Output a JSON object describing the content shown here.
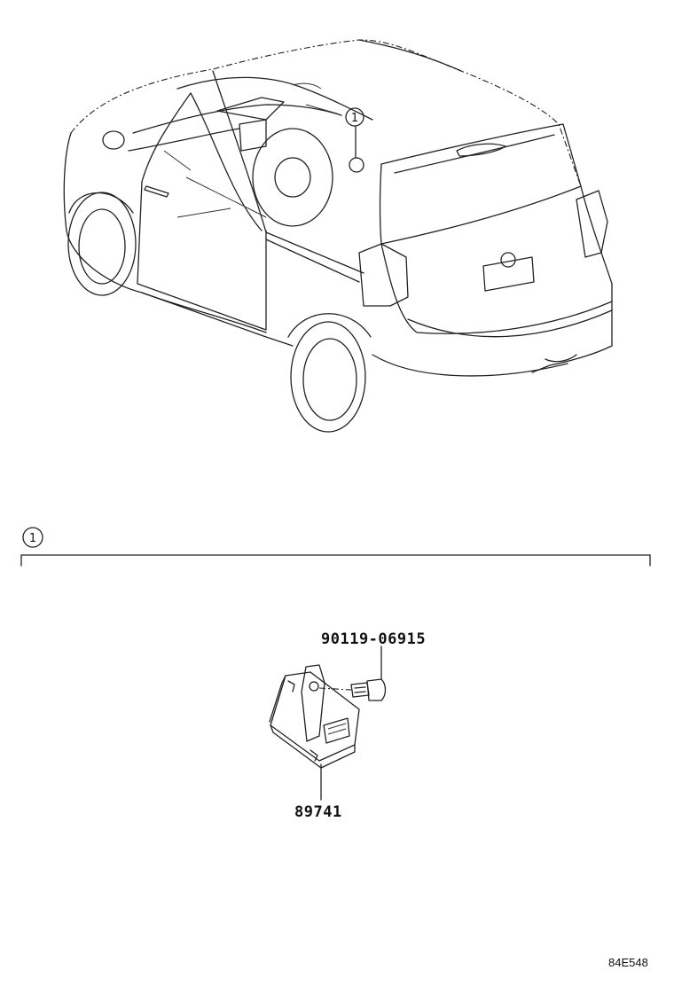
{
  "callouts": {
    "vehicle_marker": "1",
    "section_marker": "1"
  },
  "parts": {
    "bolt_number": "90119-06915",
    "module_number": "89741"
  },
  "diagram_code": "84E548"
}
